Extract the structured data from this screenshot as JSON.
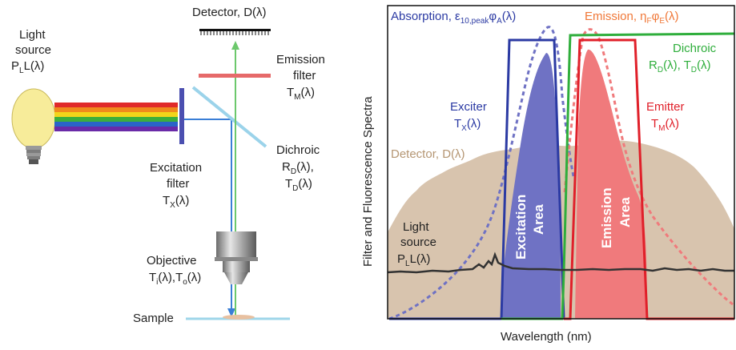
{
  "left_diagram": {
    "detector": "Detector, D(λ)",
    "light_source_line1": "Light",
    "light_source_line2": "source",
    "light_source_line3": "PLL(λ)",
    "emission_filter_line1": "Emission",
    "emission_filter_line2": "filter",
    "emission_filter_line3": "TM(λ)",
    "excitation_filter_line1": "Excitation",
    "excitation_filter_line2": "filter",
    "excitation_filter_line3": "TX(λ)",
    "dichroic_line1": "Dichroic",
    "dichroic_line2": "RD(λ),",
    "dichroic_line3": "TD(λ)",
    "objective_line1": "Objective",
    "objective_line2": "Ti(λ),To(λ)",
    "sample": "Sample"
  },
  "right_plot": {
    "ylabel": "Filter and Fluorescence Spectra",
    "xlabel": "Wavelength (nm)",
    "absorption": "Absorption, ε10,peakφA(λ)",
    "emission": "Emission, ηFφE(λ)",
    "dichroic_line1": "Dichroic",
    "dichroic_line2": "RD(λ), TD(λ)",
    "exciter_line1": "Exciter",
    "exciter_line2": "TX(λ)",
    "emitter_line1": "Emitter",
    "emitter_line2": "TM(λ)",
    "detector": "Detector, D(λ)",
    "light_source_line1": "Light",
    "light_source_line2": "source",
    "light_source_line3": "PLL(λ)",
    "excitation_area_line1": "Excitation",
    "excitation_area_line2": "Area",
    "emission_area_line1": "Emission",
    "emission_area_line2": "Area"
  },
  "colors": {
    "exciter": "#2b3aa3",
    "exciter_fill": "#6f72c4",
    "emitter": "#e0202a",
    "emitter_fill": "#f07a7c",
    "dichroic": "#2fae3c",
    "emission_curve": "#f07838",
    "detector_fill": "#d8c4ae",
    "light_source_line": "#333333"
  }
}
